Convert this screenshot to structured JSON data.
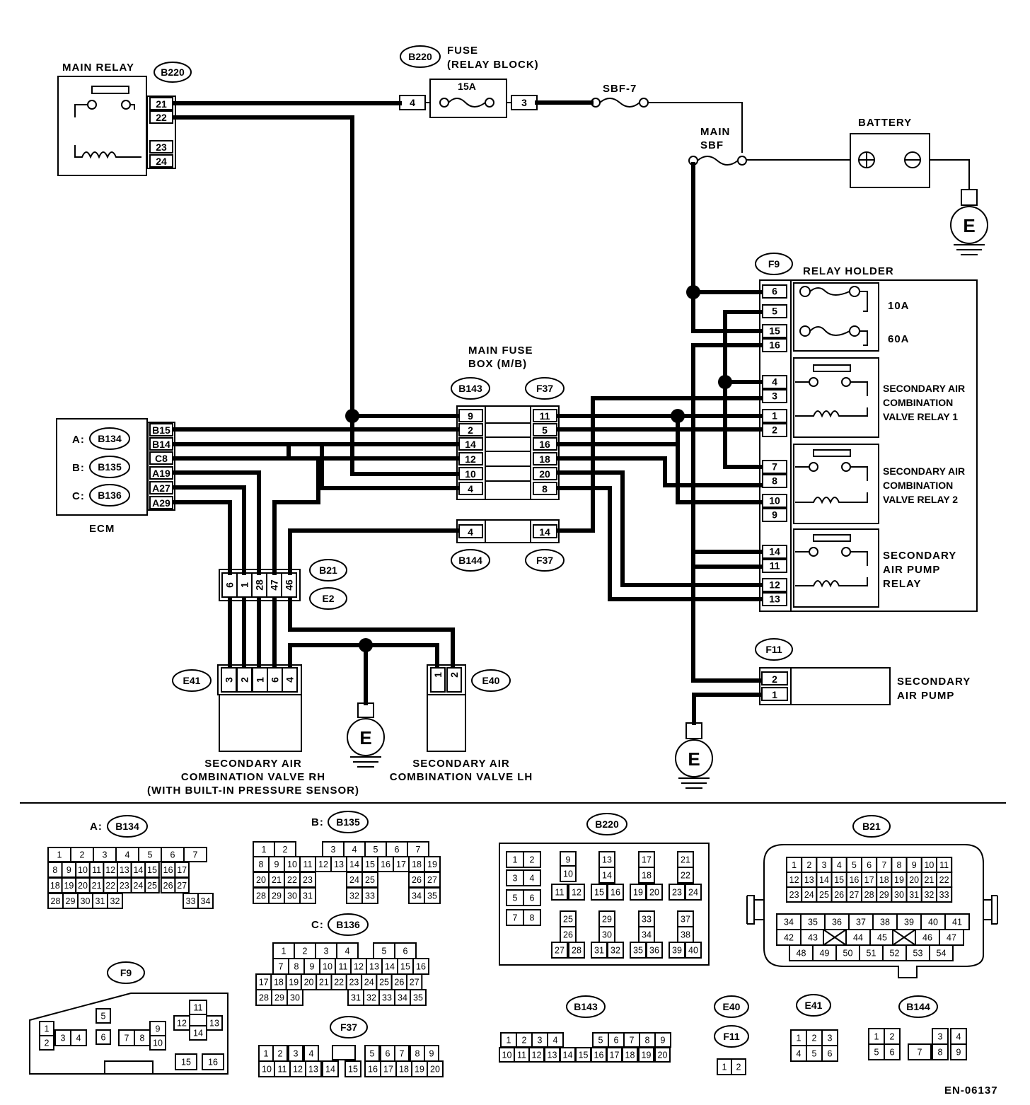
{
  "diagram_id": "EN-06137",
  "main_relay": {
    "label": "MAIN RELAY",
    "connector": "B220",
    "pins": [
      "21",
      "22",
      "23",
      "24"
    ]
  },
  "fuse": {
    "connector": "B220",
    "label_line1": "FUSE",
    "label_line2": "(RELAY BLOCK)",
    "rating": "15A",
    "pin_in": "4",
    "pin_out": "3"
  },
  "sbf7": {
    "label": "SBF-7"
  },
  "main_sbf": {
    "label_line1": "MAIN",
    "label_line2": "SBF"
  },
  "battery": {
    "label": "BATTERY",
    "plus": "⊕",
    "minus": "⊖"
  },
  "ground": {
    "label": "E"
  },
  "ecm": {
    "label": "ECM",
    "connectors": [
      {
        "prefix": "A:",
        "id": "B134"
      },
      {
        "prefix": "B:",
        "id": "B135"
      },
      {
        "prefix": "C:",
        "id": "B136"
      }
    ],
    "pins": [
      "B15",
      "B14",
      "C8",
      "A19",
      "A27",
      "A29"
    ]
  },
  "main_fuse_box": {
    "label_line1": "MAIN FUSE",
    "label_line2": "BOX (M/B)",
    "left_connector": "B143",
    "right_connector": "F37",
    "left_pins": [
      "9",
      "2",
      "14",
      "12",
      "10",
      "4"
    ],
    "right_pins": [
      "11",
      "5",
      "16",
      "18",
      "20",
      "8"
    ],
    "lower_left_connector": "B144",
    "lower_right_connector": "F37",
    "lower_left_pin": "4",
    "lower_right_pin": "14"
  },
  "relay_holder": {
    "connector": "F9",
    "label": "RELAY HOLDER",
    "pins": [
      "6",
      "5",
      "15",
      "16",
      "4",
      "3",
      "1",
      "2",
      "7",
      "8",
      "10",
      "9",
      "14",
      "11",
      "12",
      "13"
    ],
    "fuse_10a": "10A",
    "fuse_60a": "60A",
    "relay1": [
      "SECONDARY AIR",
      "COMBINATION",
      "VALVE RELAY 1"
    ],
    "relay2": [
      "SECONDARY AIR",
      "COMBINATION",
      "VALVE RELAY 2"
    ],
    "pump_relay": [
      "SECONDARY",
      "AIR PUMP",
      "RELAY"
    ]
  },
  "joint": {
    "connector_top": "B21",
    "connector_bottom": "E2",
    "pins": [
      "6",
      "1",
      "28",
      "47",
      "46"
    ]
  },
  "valve_rh": {
    "connector": "E41",
    "pins": [
      "3",
      "2",
      "1",
      "6",
      "4"
    ],
    "label": [
      "SECONDARY AIR",
      "COMBINATION VALVE RH",
      "(WITH BUILT-IN PRESSURE SENSOR)"
    ]
  },
  "valve_lh": {
    "connector": "E40",
    "pins": [
      "1",
      "2"
    ],
    "label": [
      "SECONDARY AIR",
      "COMBINATION VALVE LH"
    ]
  },
  "air_pump": {
    "connector": "F11",
    "pins": [
      "2",
      "1"
    ],
    "label": [
      "SECONDARY",
      "AIR PUMP"
    ]
  },
  "connector_views": {
    "b134": {
      "prefix": "A:",
      "id": "B134",
      "rows": [
        [
          "1",
          "2",
          "3",
          "4",
          "5",
          "6",
          "7"
        ],
        [
          "8",
          "9",
          "10",
          "11",
          "12",
          "13",
          "14",
          "15",
          "16",
          "17"
        ],
        [
          "18",
          "19",
          "20",
          "21",
          "22",
          "23",
          "24",
          "25",
          "26",
          "27"
        ],
        [
          "28",
          "29",
          "30",
          "31",
          "32",
          "33",
          "34"
        ]
      ]
    },
    "b135": {
      "prefix": "B:",
      "id": "B135",
      "rows": [
        [
          "1",
          "2",
          "3",
          "4",
          "5",
          "6",
          "7"
        ],
        [
          "8",
          "9",
          "10",
          "11",
          "12",
          "13",
          "14",
          "15",
          "16",
          "17",
          "18",
          "19"
        ],
        [
          "20",
          "21",
          "22",
          "23",
          "24",
          "25",
          "26",
          "27"
        ],
        [
          "28",
          "29",
          "30",
          "31",
          "32",
          "33",
          "34",
          "35"
        ]
      ]
    },
    "b136": {
      "prefix": "C:",
      "id": "B136",
      "rows": [
        [
          "1",
          "2",
          "3",
          "4",
          "5",
          "6"
        ],
        [
          "7",
          "8",
          "9",
          "10",
          "11",
          "12",
          "13",
          "14",
          "15",
          "16"
        ],
        [
          "17",
          "18",
          "19",
          "20",
          "21",
          "22",
          "23",
          "24",
          "25",
          "26",
          "27"
        ],
        [
          "28",
          "29",
          "30",
          "31",
          "32",
          "33",
          "34",
          "35"
        ]
      ]
    },
    "b220": {
      "id": "B220",
      "cells": [
        "1",
        "2",
        "3",
        "4",
        "5",
        "6",
        "7",
        "8",
        "9",
        "10",
        "11",
        "12",
        "13",
        "14",
        "15",
        "16",
        "17",
        "18",
        "19",
        "20",
        "21",
        "22",
        "23",
        "24",
        "25",
        "26",
        "27",
        "28",
        "29",
        "30",
        "31",
        "32",
        "33",
        "34",
        "35",
        "36",
        "37",
        "38",
        "39",
        "40"
      ]
    },
    "b21": {
      "id": "B21",
      "rows": [
        [
          "1",
          "2",
          "3",
          "4",
          "5",
          "6",
          "7",
          "8",
          "9",
          "10",
          "11"
        ],
        [
          "12",
          "13",
          "14",
          "15",
          "16",
          "17",
          "18",
          "19",
          "20",
          "21",
          "22"
        ],
        [
          "23",
          "24",
          "25",
          "26",
          "27",
          "28",
          "29",
          "30",
          "31",
          "32",
          "33"
        ],
        [
          "34",
          "35",
          "36",
          "37",
          "38",
          "39",
          "40",
          "41"
        ],
        [
          "42",
          "43",
          "44",
          "45",
          "46",
          "47"
        ],
        [
          "48",
          "49",
          "50",
          "51",
          "52",
          "53",
          "54"
        ]
      ]
    },
    "f9": {
      "id": "F9",
      "cells": [
        "1",
        "2",
        "3",
        "4",
        "5",
        "6",
        "7",
        "8",
        "9",
        "10",
        "11",
        "12",
        "13",
        "14",
        "15",
        "16"
      ]
    },
    "f37": {
      "id": "F37",
      "rows": [
        [
          "1",
          "2",
          "3",
          "4",
          "5",
          "6",
          "7",
          "8",
          "9"
        ],
        [
          "10",
          "11",
          "12",
          "13",
          "14",
          "15",
          "16",
          "17",
          "18",
          "19",
          "20"
        ]
      ]
    },
    "b143": {
      "id": "B143",
      "rows": [
        [
          "1",
          "2",
          "3",
          "4",
          "5",
          "6",
          "7",
          "8",
          "9"
        ],
        [
          "10",
          "11",
          "12",
          "13",
          "14",
          "15",
          "16",
          "17",
          "18",
          "19",
          "20"
        ]
      ]
    },
    "e40": {
      "id": "E40"
    },
    "f11": {
      "id": "F11",
      "cells": [
        "1",
        "2"
      ]
    },
    "e41": {
      "id": "E41",
      "rows": [
        [
          "1",
          "2",
          "3"
        ],
        [
          "4",
          "5",
          "6"
        ]
      ]
    },
    "b144": {
      "id": "B144",
      "rows": [
        [
          "1",
          "2",
          "3",
          "4"
        ],
        [
          "5",
          "6",
          "7",
          "8",
          "9"
        ]
      ]
    }
  }
}
